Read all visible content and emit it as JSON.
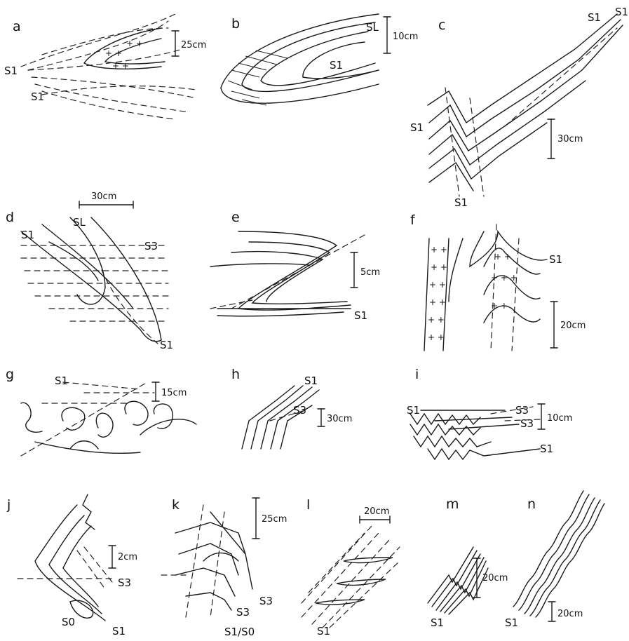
{
  "colors": {
    "ink": "#1a1a1a",
    "paper": "#ffffff"
  },
  "panels": [
    {
      "id": "a",
      "scale": "25cm",
      "labels": [
        "S1",
        "S1"
      ]
    },
    {
      "id": "b",
      "scale": "10cm",
      "labels": [
        "SL",
        "S1"
      ]
    },
    {
      "id": "c",
      "scale": "30cm",
      "labels": [
        "S1",
        "S1",
        "S1",
        "S1"
      ]
    },
    {
      "id": "d",
      "scale": "30cm",
      "labels": [
        "SL",
        "S1",
        "S3",
        "S1"
      ]
    },
    {
      "id": "e",
      "scale": "5cm",
      "labels": [
        "S1"
      ]
    },
    {
      "id": "f",
      "scale": "20cm",
      "labels": [
        "S1"
      ]
    },
    {
      "id": "g",
      "scale": "15cm",
      "labels": [
        "S1"
      ]
    },
    {
      "id": "h",
      "scale": "30cm",
      "labels": [
        "S1",
        "S3"
      ]
    },
    {
      "id": "i",
      "scale": "10cm",
      "labels": [
        "S1",
        "S3",
        "S3",
        "S1"
      ]
    },
    {
      "id": "j",
      "scale": "2cm",
      "labels": [
        "S3",
        "S0",
        "S1"
      ]
    },
    {
      "id": "k",
      "scale": "25cm",
      "labels": [
        "S3",
        "S3",
        "S1/S0"
      ]
    },
    {
      "id": "l",
      "scale": "20cm",
      "labels": [
        "S1"
      ]
    },
    {
      "id": "m",
      "scale": "20cm",
      "labels": [
        "S1"
      ]
    },
    {
      "id": "n",
      "scale": "20cm",
      "labels": [
        "S1"
      ]
    }
  ]
}
